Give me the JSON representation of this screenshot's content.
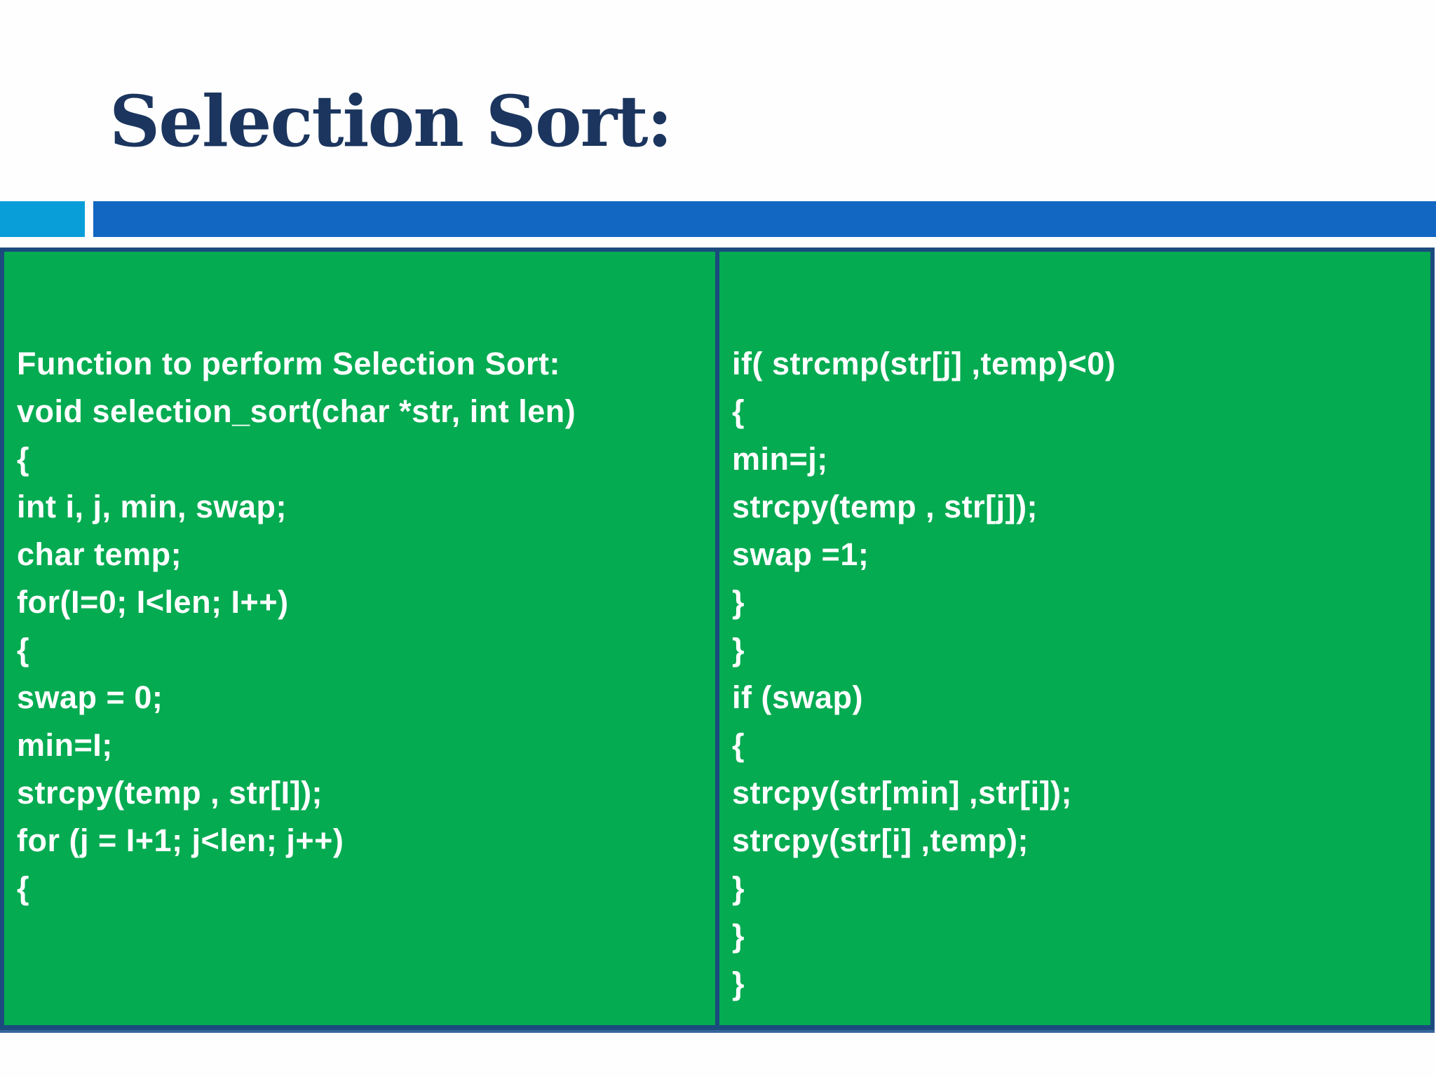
{
  "title": "Selection Sort:",
  "colors": {
    "title_text": "#1b355e",
    "accent_square": "#0a9ed9",
    "accent_bar": "#1267c2",
    "panel_background": "#04ab51",
    "panel_border": "#1b4b7e",
    "bottom_accent_line": "#35659b",
    "code_text": "#ffffff",
    "slide_background": "#fefefe"
  },
  "panels": {
    "left": {
      "lines": [
        "Function to perform Selection Sort:",
        "void selection_sort(char *str, int len)",
        "{",
        "int i, j, min, swap;",
        "char temp;",
        "for(I=0; I<len; I++)",
        "{",
        "swap = 0;",
        "min=I;",
        "strcpy(temp , str[I]);",
        "for (j = I+1; j<len; j++)",
        "{"
      ]
    },
    "right": {
      "lines": [
        "if( strcmp(str[j] ,temp)<0)",
        "{",
        "min=j;",
        "strcpy(temp , str[j]);",
        "swap =1;",
        "}",
        "}",
        "if (swap)",
        "{",
        "strcpy(str[min] ,str[i]);",
        "strcpy(str[i] ,temp);",
        "}",
        "}",
        "}"
      ]
    }
  }
}
